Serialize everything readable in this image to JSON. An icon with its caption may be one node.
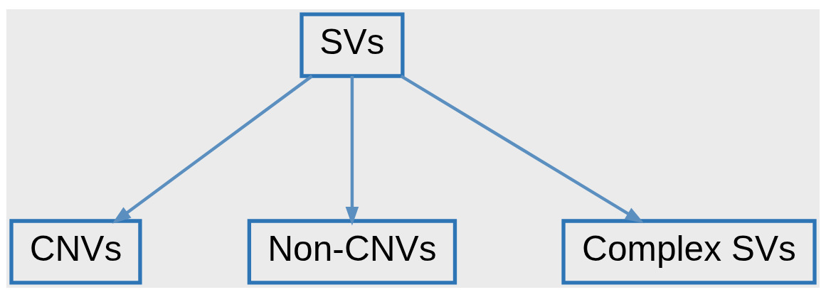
{
  "diagram": {
    "nodes": [
      {
        "text": [
          "SVs"
        ]
      },
      {
        "text": [
          "CNVs"
        ]
      },
      {
        "text": [
          "Non-CNVs"
        ]
      },
      {
        "text": [
          "Complex SVs"
        ]
      }
    ],
    "edges": [
      {
        "from": 0,
        "to": 1,
        "arrow": "to"
      },
      {
        "from": 0,
        "to": 2,
        "arrow": "to"
      },
      {
        "from": 0,
        "to": 3,
        "arrow": "to"
      }
    ]
  }
}
